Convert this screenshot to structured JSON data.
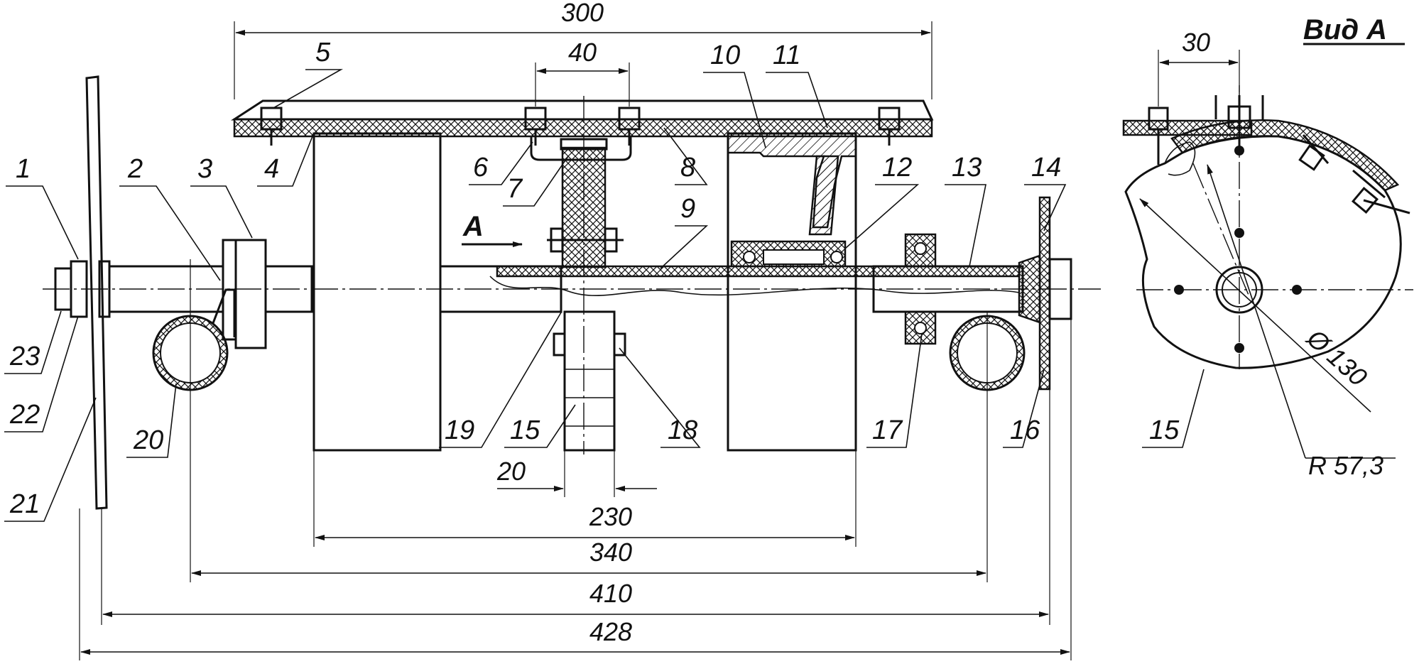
{
  "view_title": "Вид А",
  "view_arrow_label": "A",
  "dimensions": {
    "d300": "300",
    "d40": "40",
    "d30": "30",
    "d20": "20",
    "d230": "230",
    "d340": "340",
    "d410": "410",
    "d428": "428",
    "dia130": "Ø 130",
    "r57": "R 57,3"
  },
  "part_labels": {
    "p1": "1",
    "p2": "2",
    "p3": "3",
    "p4": "4",
    "p5": "5",
    "p6": "6",
    "p7": "7",
    "p8": "8",
    "p9": "9",
    "p10": "10",
    "p11": "11",
    "p12": "12",
    "p13": "13",
    "p14": "14",
    "p15": "15",
    "p15b": "15",
    "p16": "16",
    "p17": "17",
    "p18": "18",
    "p19": "19",
    "p20": "20",
    "p21": "21",
    "p22": "22",
    "p23": "23"
  }
}
